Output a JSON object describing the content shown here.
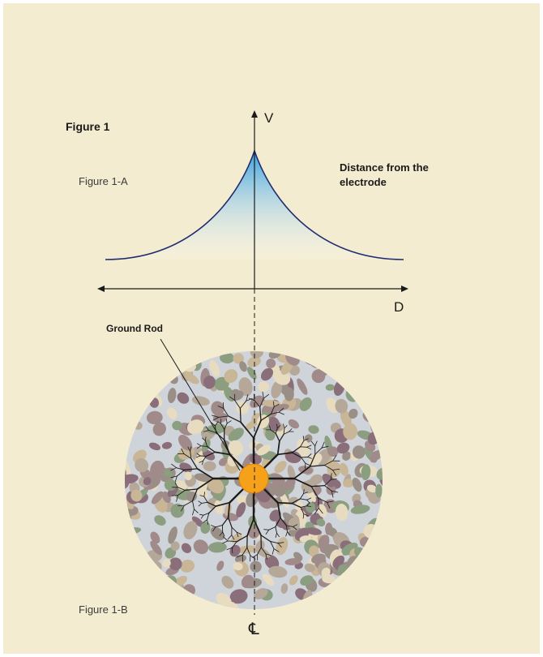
{
  "figure": {
    "title": "Figure 1",
    "part_a_label": "Figure 1-A",
    "part_b_label": "Figure 1-B"
  },
  "graph": {
    "y_axis_label": "V",
    "x_axis_label": "D",
    "annotation": "Distance from the electrode"
  },
  "soil": {
    "rod_label": "Ground Rod",
    "centerline_symbol": "℄"
  },
  "colors": {
    "background": "#f4ecd0",
    "curve": "#1f2d6e",
    "gradient_top": "#3aa0de",
    "rod": "#f5a21a",
    "soil_base": "#cfd3da",
    "roots": "#1d1b18"
  },
  "icons": {
    "centerline": "centerline-symbol",
    "pebble_colors": [
      "#b5a898",
      "#a08a8a",
      "#8c9e80",
      "#e8dcc0",
      "#9a8f86",
      "#c8b696",
      "#8a6e7a"
    ]
  }
}
